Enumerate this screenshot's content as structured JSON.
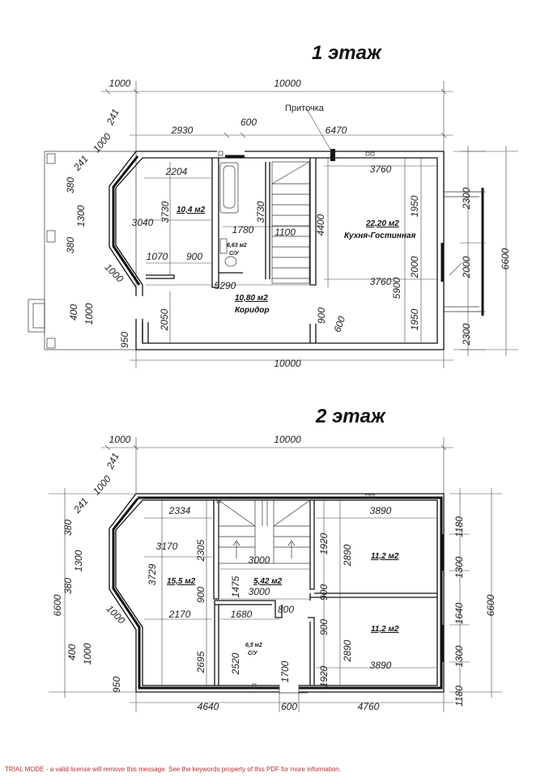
{
  "floor1": {
    "title": "1 этаж",
    "ventilation_label": "Приточка",
    "rooms": [
      {
        "area": "10,4 м2"
      },
      {
        "area": "6,63 м2",
        "name": "С/У"
      },
      {
        "area": "22,20 м2",
        "name": "Кухня-Гостинная"
      },
      {
        "area": "10,80 м2",
        "name": "Коридор"
      }
    ],
    "dims": [
      "1000",
      "10000",
      "2930",
      "600",
      "6470",
      "241",
      "241",
      "1000",
      "380",
      "1300",
      "380",
      "1000",
      "400",
      "1000",
      "950",
      "2204",
      "3730",
      "3040",
      "1780",
      "3730",
      "1100",
      "4400",
      "1070",
      "900",
      "5290",
      "2050",
      "900",
      "600",
      "3760",
      "1950",
      "2000",
      "5900",
      "3760",
      "1950",
      "2300",
      "2000",
      "2300",
      "6600",
      "10000"
    ]
  },
  "floor2": {
    "title": "2 этаж",
    "rooms": [
      {
        "area": "15,5 м2"
      },
      {
        "area": "5,42 м2"
      },
      {
        "area": "6,5 м2",
        "name": "С/У"
      },
      {
        "area": "11,2 м2"
      },
      {
        "area": "11,2 м2"
      }
    ],
    "dims": [
      "1000",
      "10000",
      "241",
      "241",
      "1000",
      "380",
      "1300",
      "380",
      "6600",
      "1000",
      "400",
      "1000",
      "950",
      "2334",
      "2305",
      "3170",
      "3729",
      "900",
      "1475",
      "3000",
      "3000",
      "2170",
      "1680",
      "800",
      "2695",
      "2520",
      "1700",
      "1920",
      "900",
      "900",
      "1920",
      "3890",
      "2890",
      "2890",
      "3890",
      "1180",
      "1300",
      "1640",
      "1300",
      "1180",
      "6600",
      "4640",
      "600",
      "4760"
    ]
  },
  "footer": {
    "trial_notice": "TRIAL MODE - a valid license will remove this message. See the keywords property of this PDF for more information."
  }
}
